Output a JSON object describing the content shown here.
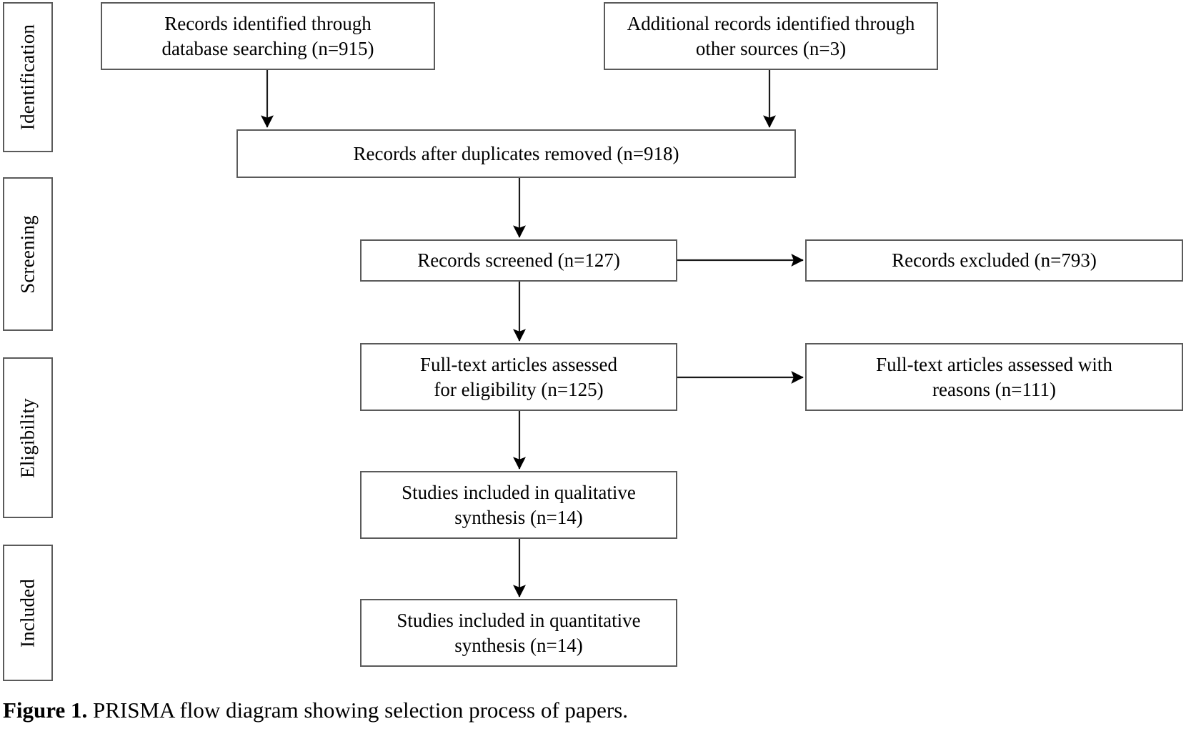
{
  "figure": {
    "caption_prefix": "Figure 1.",
    "caption_text": " PRISMA flow diagram showing selection process of papers."
  },
  "stages": [
    {
      "id": "identification",
      "label": "Identification"
    },
    {
      "id": "screening",
      "label": "Screening"
    },
    {
      "id": "eligibility",
      "label": "Eligibility"
    },
    {
      "id": "included",
      "label": "Included"
    }
  ],
  "boxes": {
    "database_search": {
      "label": "Records identified through\ndatabase searching (n=915)"
    },
    "other_sources": {
      "label": "Additional records identified through\nother sources (n=3)"
    },
    "duplicates_removed": {
      "label": "Records after duplicates removed (n=918)"
    },
    "records_screened": {
      "label": "Records screened (n=127)"
    },
    "records_excluded": {
      "label": "Records excluded (n=793)"
    },
    "fulltext_assessed": {
      "label": "Full-text articles assessed\nfor eligibility (n=125)"
    },
    "fulltext_excluded": {
      "label": "Full-text articles assessed with\nreasons (n=111)"
    },
    "qualitative_included": {
      "label": "Studies included in qualitative\nsynthesis (n=14)"
    },
    "quantitative_included": {
      "label": "Studies included in quantitative\nsynthesis (n=14)"
    }
  },
  "chart_data": {
    "type": "diagram",
    "title": "PRISMA flow diagram showing selection process of papers.",
    "phases": [
      "Identification",
      "Screening",
      "Eligibility",
      "Included"
    ],
    "nodes": [
      {
        "id": "database_search",
        "phase": "Identification",
        "text": "Records identified through database searching",
        "n": 915
      },
      {
        "id": "other_sources",
        "phase": "Identification",
        "text": "Additional records identified through other sources",
        "n": 3
      },
      {
        "id": "duplicates_removed",
        "phase": "Identification",
        "text": "Records after duplicates removed",
        "n": 918
      },
      {
        "id": "records_screened",
        "phase": "Screening",
        "text": "Records screened",
        "n": 127
      },
      {
        "id": "records_excluded",
        "phase": "Screening",
        "text": "Records excluded",
        "n": 793
      },
      {
        "id": "fulltext_assessed",
        "phase": "Eligibility",
        "text": "Full-text articles assessed for eligibility",
        "n": 125
      },
      {
        "id": "fulltext_excluded",
        "phase": "Eligibility",
        "text": "Full-text articles assessed with reasons",
        "n": 111
      },
      {
        "id": "qualitative_included",
        "phase": "Included",
        "text": "Studies included in qualitative synthesis",
        "n": 14
      },
      {
        "id": "quantitative_included",
        "phase": "Included",
        "text": "Studies included in quantitative synthesis",
        "n": 14
      }
    ],
    "edges": [
      {
        "from": "database_search",
        "to": "duplicates_removed",
        "direction": "down"
      },
      {
        "from": "other_sources",
        "to": "duplicates_removed",
        "direction": "down"
      },
      {
        "from": "duplicates_removed",
        "to": "records_screened",
        "direction": "down"
      },
      {
        "from": "records_screened",
        "to": "records_excluded",
        "direction": "right"
      },
      {
        "from": "records_screened",
        "to": "fulltext_assessed",
        "direction": "down"
      },
      {
        "from": "fulltext_assessed",
        "to": "fulltext_excluded",
        "direction": "right"
      },
      {
        "from": "fulltext_assessed",
        "to": "qualitative_included",
        "direction": "down"
      },
      {
        "from": "qualitative_included",
        "to": "quantitative_included",
        "direction": "down"
      }
    ],
    "colors": {
      "border": "#5a5a5a",
      "background": "#ffffff",
      "text": "#000000",
      "arrow": "#000000"
    }
  }
}
